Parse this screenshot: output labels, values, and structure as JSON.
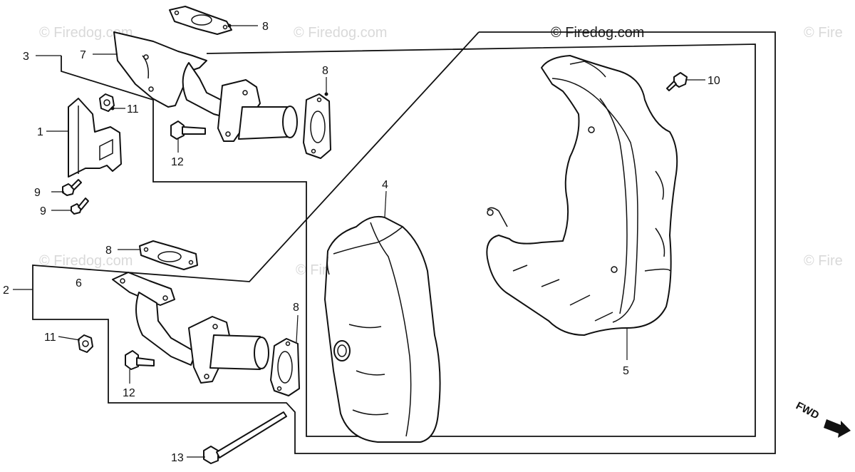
{
  "watermark_text": "© Firedog.com",
  "watermark_partial": "© Fire",
  "brand_text": "© Firedog.com",
  "direction_label": "FWD",
  "callouts": {
    "c1": "1",
    "c2": "2",
    "c3": "3",
    "c4": "4",
    "c5": "5",
    "c6": "6",
    "c7": "7",
    "c8a": "8",
    "c8b": "8",
    "c8c": "8",
    "c8d": "8",
    "c9a": "9",
    "c9b": "9",
    "c10": "10",
    "c11a": "11",
    "c11b": "11",
    "c12a": "12",
    "c12b": "12",
    "c13": "13"
  }
}
